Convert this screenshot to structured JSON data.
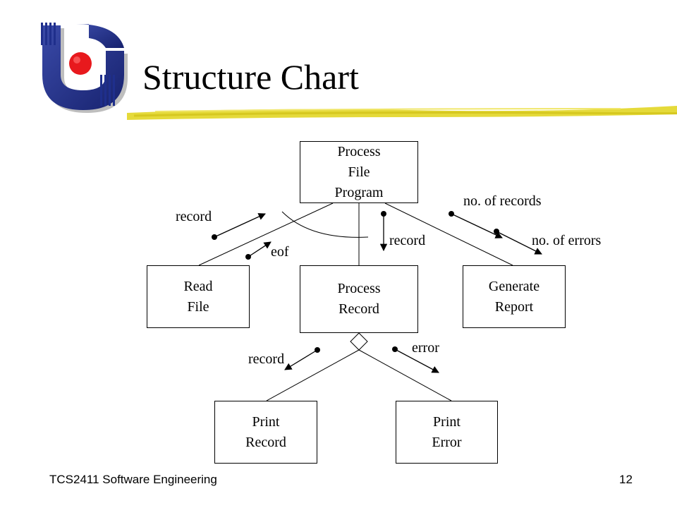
{
  "slide": {
    "title": "Structure Chart",
    "footer_course": "TCS2411 Software Engineering",
    "page_number": "12"
  },
  "modules": {
    "process_file_program": [
      "Process",
      "File",
      "Program"
    ],
    "read_file": [
      "Read",
      "File"
    ],
    "process_record": [
      "Process",
      "Record"
    ],
    "generate_report": [
      "Generate",
      "Report"
    ],
    "print_record": [
      "Print",
      "Record"
    ],
    "print_error": [
      "Print",
      "Error"
    ]
  },
  "flows": {
    "record_left": "record",
    "eof": "eof",
    "record_center": "record",
    "no_of_records": "no. of records",
    "no_of_errors": "no. of errors",
    "record_lower": "record",
    "error": "error"
  },
  "colors": {
    "logo_blue": "#1f2f8c",
    "logo_red": "#e8191d",
    "underline_yellow": "#e5da3a"
  }
}
